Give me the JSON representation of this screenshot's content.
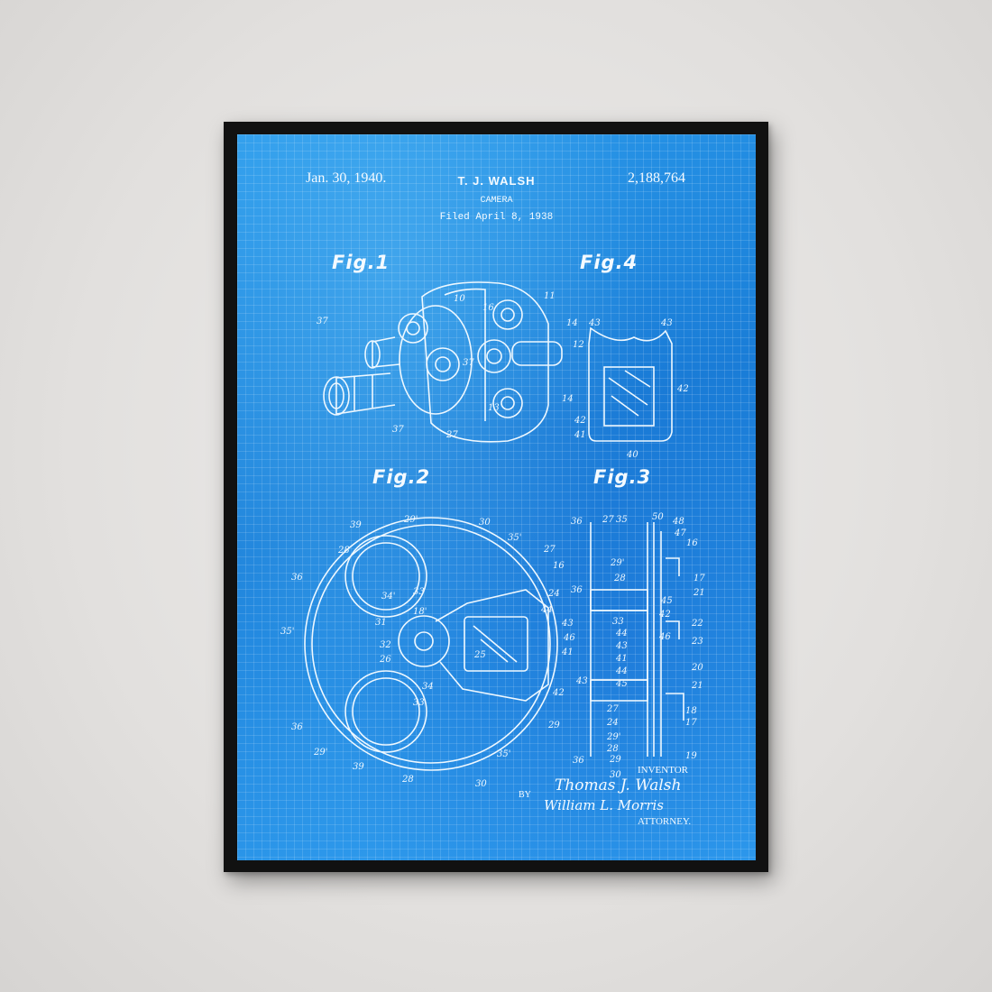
{
  "patent": {
    "date": "Jan. 30, 1940.",
    "inventor_name": "T. J. WALSH",
    "patent_number": "2,188,764",
    "subject": "CAMERA",
    "filed": "Filed April 8, 1938"
  },
  "figures": {
    "fig1": "Fig.1",
    "fig2": "Fig.2",
    "fig3": "Fig.3",
    "fig4": "Fig.4"
  },
  "signature": {
    "inventor_label": "INVENTOR",
    "inventor_signature": "Thomas J. Walsh",
    "by_label": "BY",
    "attorney_signature": "William L. Morris",
    "attorney_label": "ATTORNEY."
  },
  "colors": {
    "blueprint": "#1f86dd",
    "frame": "#111111",
    "wall": "#e4e2e0"
  }
}
